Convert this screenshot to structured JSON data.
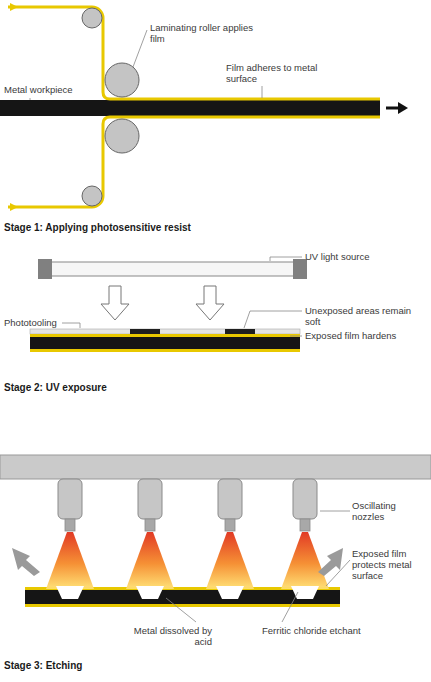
{
  "diagram": {
    "labels": [
      "Laminating roller applies film",
      "Metal workpiece",
      "Film adheres to metal surface",
      "Stage 1: Applying photosensitive resist",
      "UV light source",
      "Phototooling",
      "Unexposed areas remain soft",
      "Exposed film hardens",
      "Stage 2: UV exposure",
      "Oscillating nozzles",
      "Exposed film protects metal surface",
      "Metal dissolved by acid",
      "Ferritic chloride etchant",
      "Stage 3: Etching"
    ]
  }
}
